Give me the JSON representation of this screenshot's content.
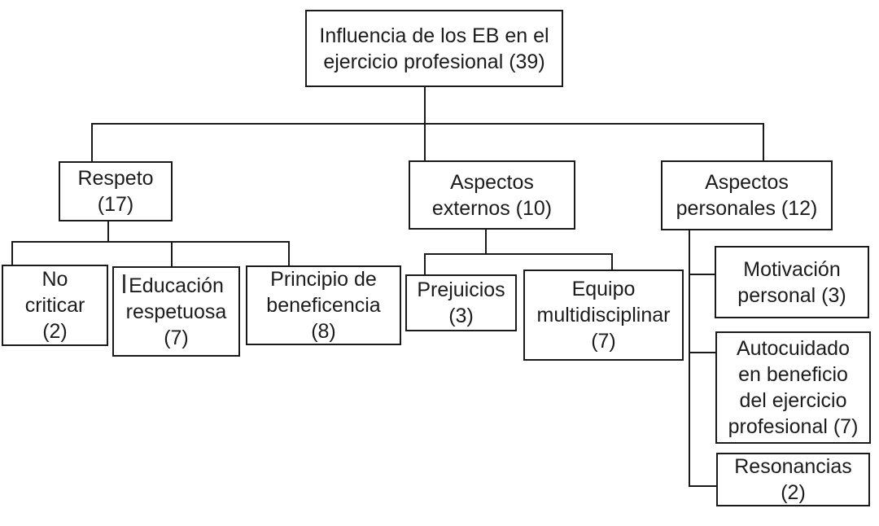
{
  "colors": {
    "border": "#1a1a1a",
    "line": "#1a1a1a",
    "text": "#1c1c1c",
    "background": "#ffffff",
    "cursor": "#3c3c3c"
  },
  "nodes": {
    "root": {
      "label": "Influencia de los EB en el\nejercicio profesional (39)",
      "count": 39
    },
    "respeto": {
      "label": "Respeto\n(17)",
      "count": 17
    },
    "aspectos_externos": {
      "label": "Aspectos\nexternos (10)",
      "count": 10
    },
    "aspectos_personales": {
      "label": "Aspectos\npersonales (12)",
      "count": 12
    },
    "no_criticar": {
      "label": "No\ncriticar\n(2)",
      "count": 2
    },
    "educacion_respetuosa": {
      "label": "Educación\nrespetuosa\n(7)",
      "count": 7
    },
    "principio_beneficencia": {
      "label": "Principio de\nbeneficencia\n(8)",
      "count": 8
    },
    "prejuicios": {
      "label": "Prejuicios\n(3)",
      "count": 3
    },
    "equipo_multidisciplinar": {
      "label": "Equipo\nmultidisciplinar\n(7)",
      "count": 7
    },
    "motivacion_personal": {
      "label": "Motivación\npersonal (3)",
      "count": 3
    },
    "autocuidado": {
      "label": "Autocuidado\nen beneficio\ndel ejercicio\nprofesional (7)",
      "count": 7
    },
    "resonancias": {
      "label": "Resonancias\n(2)",
      "count": 2
    }
  },
  "hierarchy": {
    "root": "root",
    "children": {
      "root": [
        "respeto",
        "aspectos_externos",
        "aspectos_personales"
      ],
      "respeto": [
        "no_criticar",
        "educacion_respetuosa",
        "principio_beneficencia"
      ],
      "aspectos_externos": [
        "prejuicios",
        "equipo_multidisciplinar"
      ],
      "aspectos_personales": [
        "motivacion_personal",
        "autocuidado",
        "resonancias"
      ]
    }
  }
}
